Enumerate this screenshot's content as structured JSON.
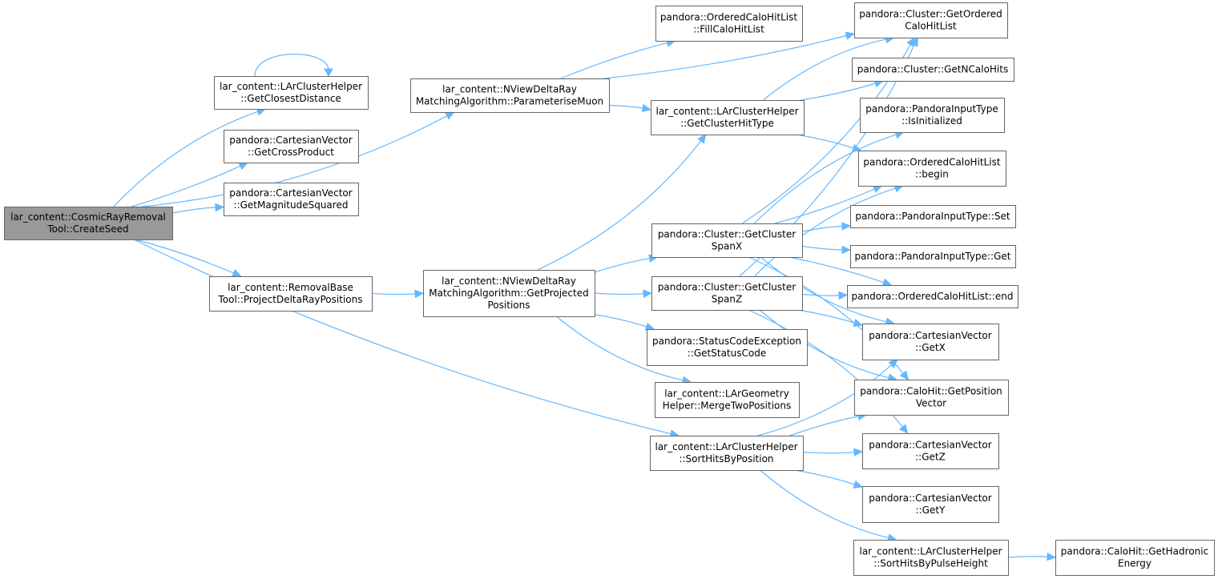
{
  "graph": {
    "edge_color": "#63b8ff",
    "root_fill": "#999999",
    "box_stroke": "#666666",
    "nodes": [
      {
        "id": "root",
        "lines": [
          "lar_content::CosmicRayRemoval",
          "Tool::CreateSeed"
        ],
        "root": true
      },
      {
        "id": "getClosestDistance",
        "lines": [
          "lar_content::LArClusterHelper",
          "::GetClosestDistance"
        ]
      },
      {
        "id": "getCrossProduct",
        "lines": [
          "pandora::CartesianVector",
          "::GetCrossProduct"
        ]
      },
      {
        "id": "getMagnitudeSquared",
        "lines": [
          "pandora::CartesianVector",
          "::GetMagnitudeSquared"
        ]
      },
      {
        "id": "projectDeltaRayPositions",
        "lines": [
          "lar_content::RemovalBase",
          "Tool::ProjectDeltaRayPositions"
        ]
      },
      {
        "id": "parameteriseMuon",
        "lines": [
          "lar_content::NViewDeltaRay",
          "MatchingAlgorithm::ParameteriseMuon"
        ]
      },
      {
        "id": "getProjectedPositions",
        "lines": [
          "lar_content::NViewDeltaRay",
          "MatchingAlgorithm::GetProjected",
          "Positions"
        ]
      },
      {
        "id": "fillCaloHitList",
        "lines": [
          "pandora::OrderedCaloHitList",
          "::FillCaloHitList"
        ]
      },
      {
        "id": "getClusterHitType",
        "lines": [
          "lar_content::LArClusterHelper",
          "::GetClusterHitType"
        ]
      },
      {
        "id": "getClusterSpanX",
        "lines": [
          "pandora::Cluster::GetCluster",
          "SpanX"
        ]
      },
      {
        "id": "getClusterSpanZ",
        "lines": [
          "pandora::Cluster::GetCluster",
          "SpanZ"
        ]
      },
      {
        "id": "getStatusCode",
        "lines": [
          "pandora::StatusCodeException",
          "::GetStatusCode"
        ]
      },
      {
        "id": "mergeTwoPositions",
        "lines": [
          "lar_content::LArGeometry",
          "Helper::MergeTwoPositions"
        ]
      },
      {
        "id": "sortHitsByPosition",
        "lines": [
          "lar_content::LArClusterHelper",
          "::SortHitsByPosition"
        ]
      },
      {
        "id": "getOrderedCaloHitList",
        "lines": [
          "pandora::Cluster::GetOrdered",
          "CaloHitList"
        ]
      },
      {
        "id": "getNCaloHits",
        "lines": [
          "pandora::Cluster::GetNCaloHits"
        ]
      },
      {
        "id": "isInitialized",
        "lines": [
          "pandora::PandoraInputType",
          "::IsInitialized"
        ]
      },
      {
        "id": "begin",
        "lines": [
          "pandora::OrderedCaloHitList",
          "::begin"
        ]
      },
      {
        "id": "set",
        "lines": [
          "pandora::PandoraInputType::Set"
        ]
      },
      {
        "id": "get",
        "lines": [
          "pandora::PandoraInputType::Get"
        ]
      },
      {
        "id": "end",
        "lines": [
          "pandora::OrderedCaloHitList::end"
        ]
      },
      {
        "id": "getX",
        "lines": [
          "pandora::CartesianVector",
          "::GetX"
        ]
      },
      {
        "id": "getPositionVector",
        "lines": [
          "pandora::CaloHit::GetPosition",
          "Vector"
        ]
      },
      {
        "id": "getZ",
        "lines": [
          "pandora::CartesianVector",
          "::GetZ"
        ]
      },
      {
        "id": "getY",
        "lines": [
          "pandora::CartesianVector",
          "::GetY"
        ]
      },
      {
        "id": "sortHitsByPulseHeight",
        "lines": [
          "lar_content::LArClusterHelper",
          "::SortHitsByPulseHeight"
        ]
      },
      {
        "id": "getHadronicEnergy",
        "lines": [
          "pandora::CaloHit::GetHadronic",
          "Energy"
        ]
      }
    ],
    "edges": [
      {
        "from": "root",
        "to": "getClosestDistance"
      },
      {
        "from": "root",
        "to": "getCrossProduct"
      },
      {
        "from": "root",
        "to": "getMagnitudeSquared"
      },
      {
        "from": "root",
        "to": "parameteriseMuon"
      },
      {
        "from": "root",
        "to": "projectDeltaRayPositions"
      },
      {
        "from": "root",
        "to": "sortHitsByPosition"
      },
      {
        "from": "getClosestDistance",
        "to": "getClosestDistance"
      },
      {
        "from": "projectDeltaRayPositions",
        "to": "getProjectedPositions"
      },
      {
        "from": "parameteriseMuon",
        "to": "fillCaloHitList"
      },
      {
        "from": "parameteriseMuon",
        "to": "getOrderedCaloHitList"
      },
      {
        "from": "parameteriseMuon",
        "to": "getClusterHitType"
      },
      {
        "from": "getProjectedPositions",
        "to": "getClusterHitType"
      },
      {
        "from": "getProjectedPositions",
        "to": "getClusterSpanX"
      },
      {
        "from": "getProjectedPositions",
        "to": "getClusterSpanZ"
      },
      {
        "from": "getProjectedPositions",
        "to": "getStatusCode"
      },
      {
        "from": "getProjectedPositions",
        "to": "mergeTwoPositions"
      },
      {
        "from": "getClusterHitType",
        "to": "getOrderedCaloHitList"
      },
      {
        "from": "getClusterHitType",
        "to": "getNCaloHits"
      },
      {
        "from": "getClusterHitType",
        "to": "begin"
      },
      {
        "from": "getClusterSpanX",
        "to": "getOrderedCaloHitList"
      },
      {
        "from": "getClusterSpanX",
        "to": "isInitialized"
      },
      {
        "from": "getClusterSpanX",
        "to": "begin"
      },
      {
        "from": "getClusterSpanX",
        "to": "set"
      },
      {
        "from": "getClusterSpanX",
        "to": "get"
      },
      {
        "from": "getClusterSpanX",
        "to": "end"
      },
      {
        "from": "getClusterSpanX",
        "to": "getX"
      },
      {
        "from": "getClusterSpanX",
        "to": "getPositionVector"
      },
      {
        "from": "getClusterSpanZ",
        "to": "getOrderedCaloHitList"
      },
      {
        "from": "getClusterSpanZ",
        "to": "begin"
      },
      {
        "from": "getClusterSpanZ",
        "to": "end"
      },
      {
        "from": "getClusterSpanZ",
        "to": "getX"
      },
      {
        "from": "getClusterSpanZ",
        "to": "getPositionVector"
      },
      {
        "from": "getClusterSpanZ",
        "to": "getZ"
      },
      {
        "from": "sortHitsByPosition",
        "to": "getX"
      },
      {
        "from": "sortHitsByPosition",
        "to": "getPositionVector"
      },
      {
        "from": "sortHitsByPosition",
        "to": "getZ"
      },
      {
        "from": "sortHitsByPosition",
        "to": "getY"
      },
      {
        "from": "sortHitsByPosition",
        "to": "sortHitsByPulseHeight"
      },
      {
        "from": "sortHitsByPulseHeight",
        "to": "getHadronicEnergy"
      }
    ]
  }
}
